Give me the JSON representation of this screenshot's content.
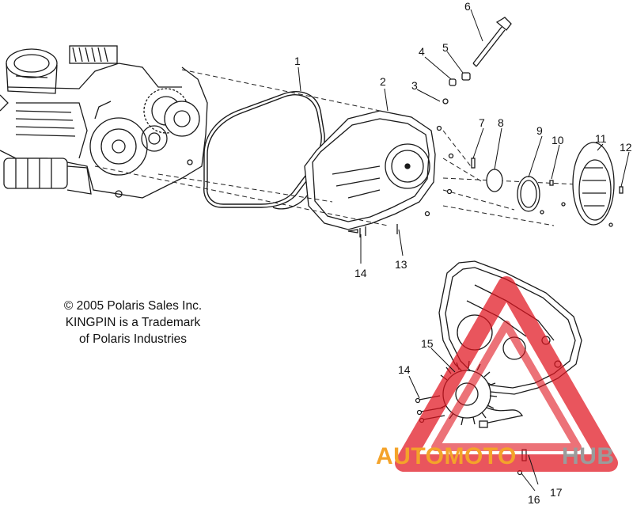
{
  "callouts": [
    "1",
    "2",
    "3",
    "4",
    "5",
    "6",
    "7",
    "8",
    "9",
    "10",
    "11",
    "12",
    "13",
    "14",
    "14",
    "15",
    "16",
    "17"
  ],
  "copyright": {
    "line1": "© 2005 Polaris Sales Inc.",
    "line2": "KINGPIN is a Trademark",
    "line3": "of Polaris Industries"
  },
  "watermark": {
    "part1": "AUTOMOTO",
    "part2": "HUB",
    "color_orange": "#f4a32a",
    "color_gray": "#9b9b9b",
    "color_red": "#e0141e"
  },
  "colors": {
    "ink": "#111111",
    "paper": "#ffffff"
  }
}
